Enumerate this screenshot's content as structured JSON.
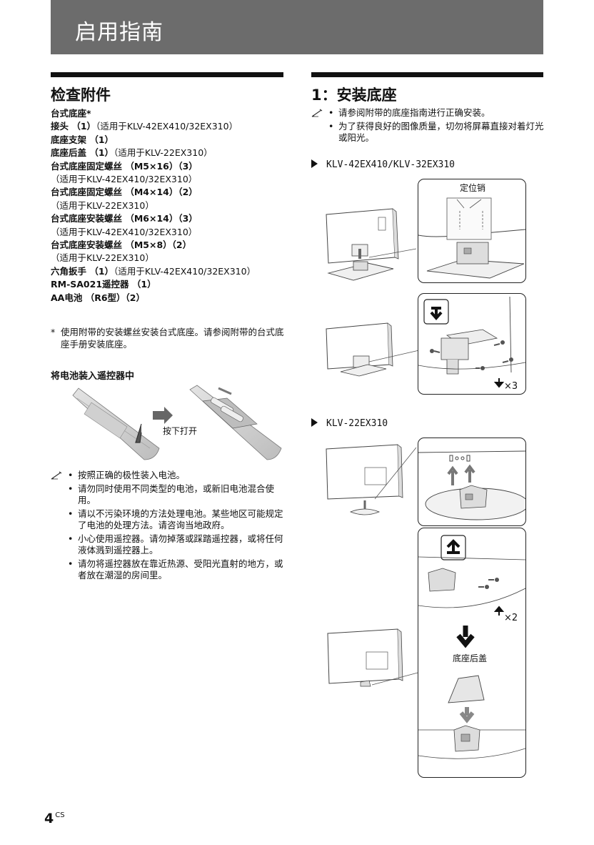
{
  "header": {
    "title": "启用指南"
  },
  "left": {
    "heading": "检查附件",
    "accessories": [
      {
        "main": "台式底座*",
        "paren": "",
        "sub": ""
      },
      {
        "main": "接头 （1）",
        "paren": "（适用于KLV-42EX410/32EX310）",
        "sub": ""
      },
      {
        "main": "底座支架 （1）",
        "paren": "",
        "sub": ""
      },
      {
        "main": "底座后盖 （1）",
        "paren": "（适用于KLV-22EX310）",
        "sub": ""
      },
      {
        "main": "台式底座固定螺丝 （M5×16）（3）",
        "paren": "",
        "sub": "（适用于KLV-42EX410/32EX310）"
      },
      {
        "main": "台式底座固定螺丝 （M4×14）（2）",
        "paren": "",
        "sub": "（适用于KLV-22EX310）"
      },
      {
        "main": "台式底座安装螺丝 （M6×14）（3）",
        "paren": "",
        "sub": "（适用于KLV-42EX410/32EX310）"
      },
      {
        "main": "台式底座安装螺丝 （M5×8）（2）",
        "paren": "",
        "sub": "（适用于KLV-22EX310）"
      },
      {
        "main": "六角扳手 （1）",
        "paren": "（适用于KLV-42EX410/32EX310）",
        "sub": ""
      },
      {
        "main": "RM-SA021遥控器 （1）",
        "paren": "",
        "sub": ""
      },
      {
        "main": "AA电池 （R6型）（2）",
        "paren": "",
        "sub": ""
      }
    ],
    "footnote_mark": "*",
    "footnote": "使用附带的安装螺丝安装台式底座。请参阅附带的台式底座手册安装底座。",
    "battery_heading": "将电池装入遥控器中",
    "press_open_label": "按下打开",
    "notes": [
      "按照正确的极性装入电池。",
      "请勿同时使用不同类型的电池，或新旧电池混合使用。",
      "请以不污染环境的方法处理电池。某些地区可能规定了电池的处理方法。请咨询当地政府。",
      "小心使用遥控器。请勿掉落或踩踏遥控器，或将任何液体溅到遥控器上。",
      "请勿将遥控器放在靠近热源、受阳光直射的地方，或者放在潮湿的房间里。"
    ]
  },
  "right": {
    "heading": "1：安装底座",
    "notes": [
      "请参阅附带的底座指南进行正确安装。",
      "为了获得良好的图像质量，切勿将屏幕直接对着灯光或阳光。"
    ],
    "model_a": "KLV-42EX410/KLV-32EX310",
    "locating_pin_label": "定位销",
    "screw_count_a": "×3",
    "model_b": "KLV-22EX310",
    "screw_count_b": "×2",
    "rear_cover_label": "底座后盖"
  },
  "footer": {
    "page_number": "4",
    "page_suffix": "CS"
  }
}
